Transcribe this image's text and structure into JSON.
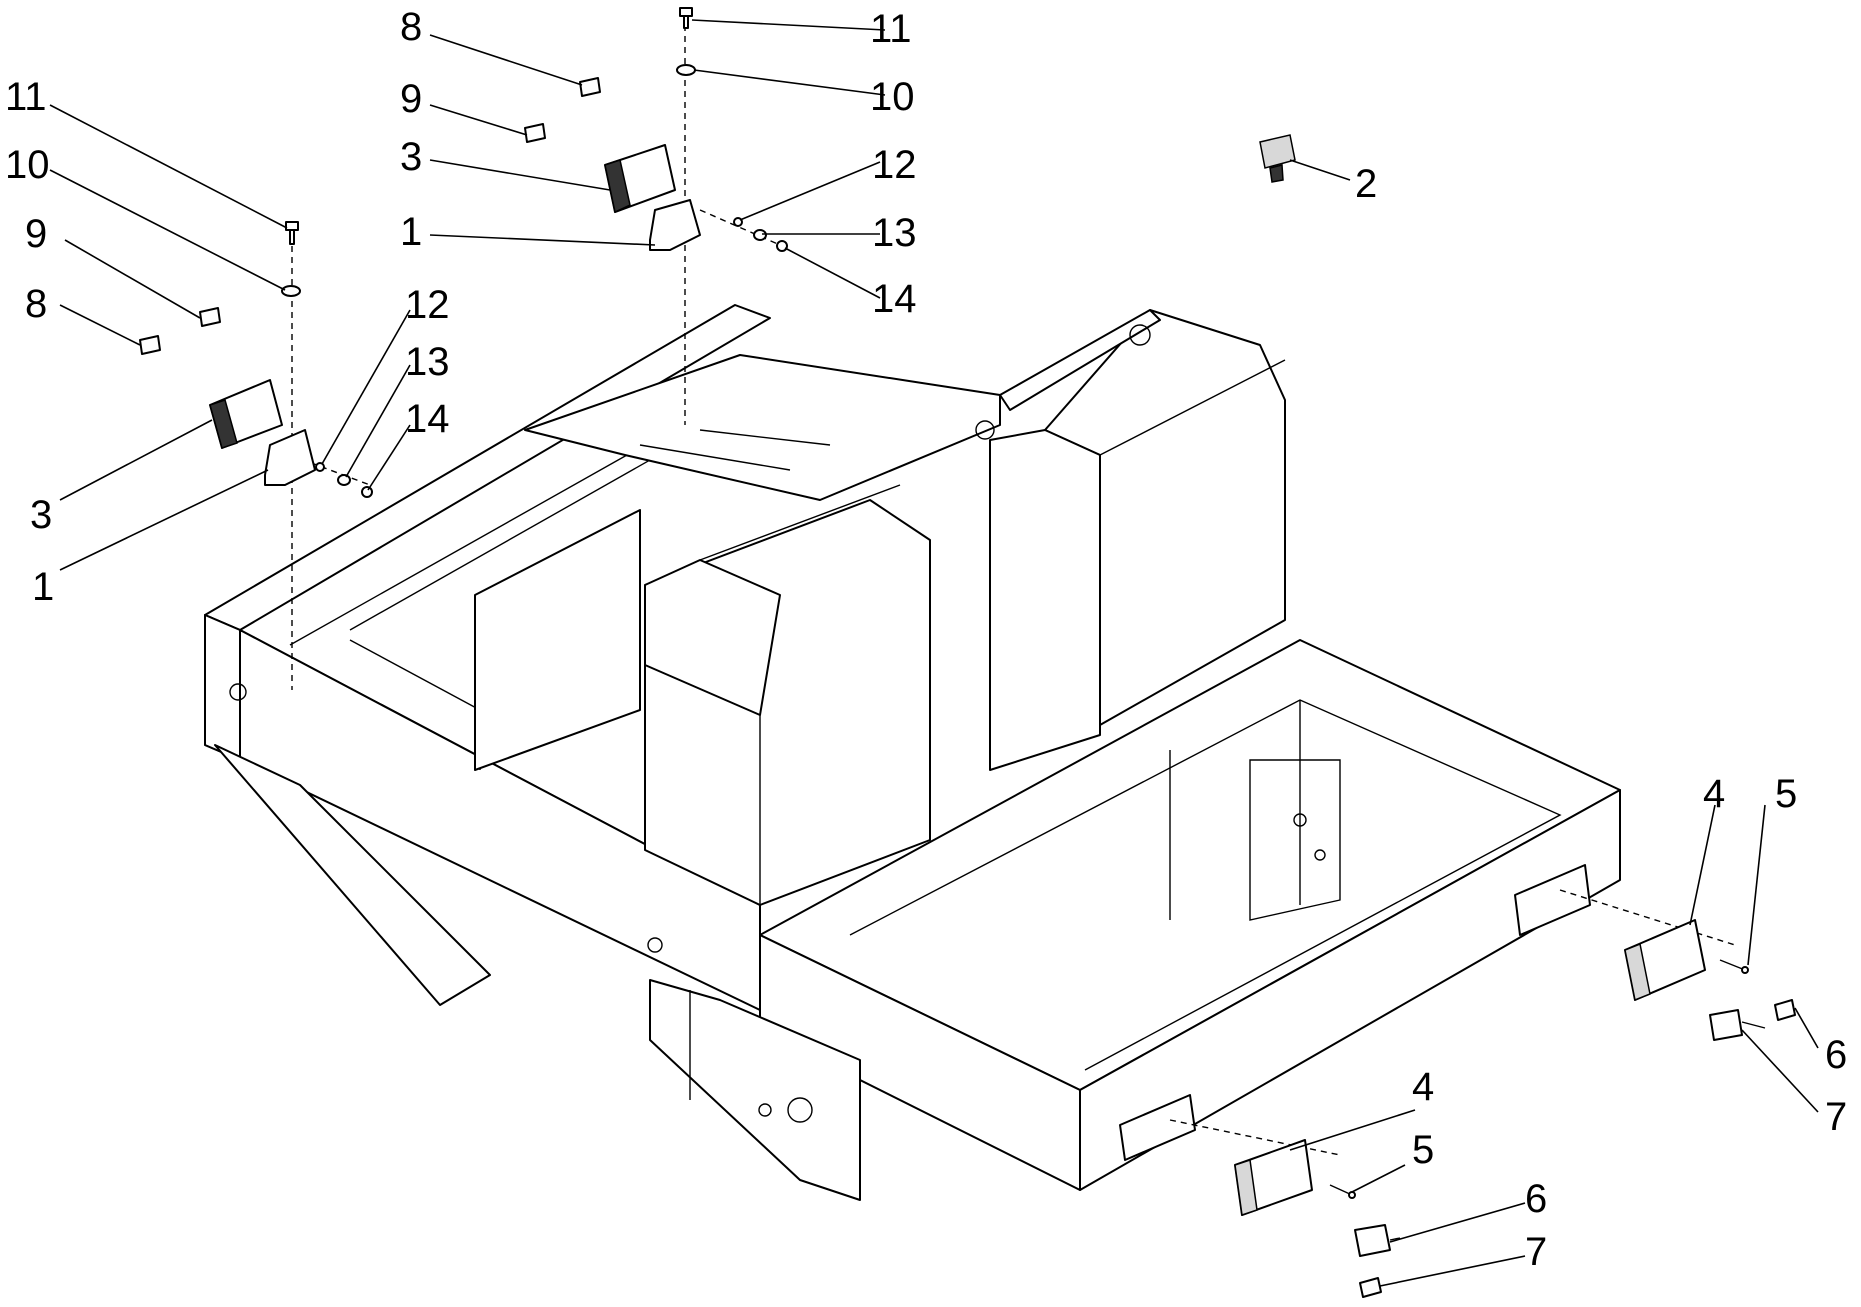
{
  "callouts": [
    {
      "id": "c-11-top",
      "text": "11"
    },
    {
      "id": "c-10-top",
      "text": "10"
    },
    {
      "id": "c-12-top",
      "text": "12"
    },
    {
      "id": "c-13-top",
      "text": "13"
    },
    {
      "id": "c-14-top",
      "text": "14"
    },
    {
      "id": "c-8-top",
      "text": "8"
    },
    {
      "id": "c-9-top",
      "text": "9"
    },
    {
      "id": "c-3-top",
      "text": "3"
    },
    {
      "id": "c-1-top",
      "text": "1"
    },
    {
      "id": "c-2",
      "text": "2"
    },
    {
      "id": "c-11-left",
      "text": "11"
    },
    {
      "id": "c-10-left",
      "text": "10"
    },
    {
      "id": "c-9-left",
      "text": "9"
    },
    {
      "id": "c-8-left",
      "text": "8"
    },
    {
      "id": "c-12-left",
      "text": "12"
    },
    {
      "id": "c-13-left",
      "text": "13"
    },
    {
      "id": "c-14-left",
      "text": "14"
    },
    {
      "id": "c-3-left",
      "text": "3"
    },
    {
      "id": "c-1-left",
      "text": "1"
    },
    {
      "id": "c-4-right",
      "text": "4"
    },
    {
      "id": "c-5-right",
      "text": "5"
    },
    {
      "id": "c-6-right",
      "text": "6"
    },
    {
      "id": "c-7-right",
      "text": "7"
    },
    {
      "id": "c-4-bottom",
      "text": "4"
    },
    {
      "id": "c-5-bottom",
      "text": "5"
    },
    {
      "id": "c-6-bottom",
      "text": "6"
    },
    {
      "id": "c-7-bottom",
      "text": "7"
    }
  ]
}
